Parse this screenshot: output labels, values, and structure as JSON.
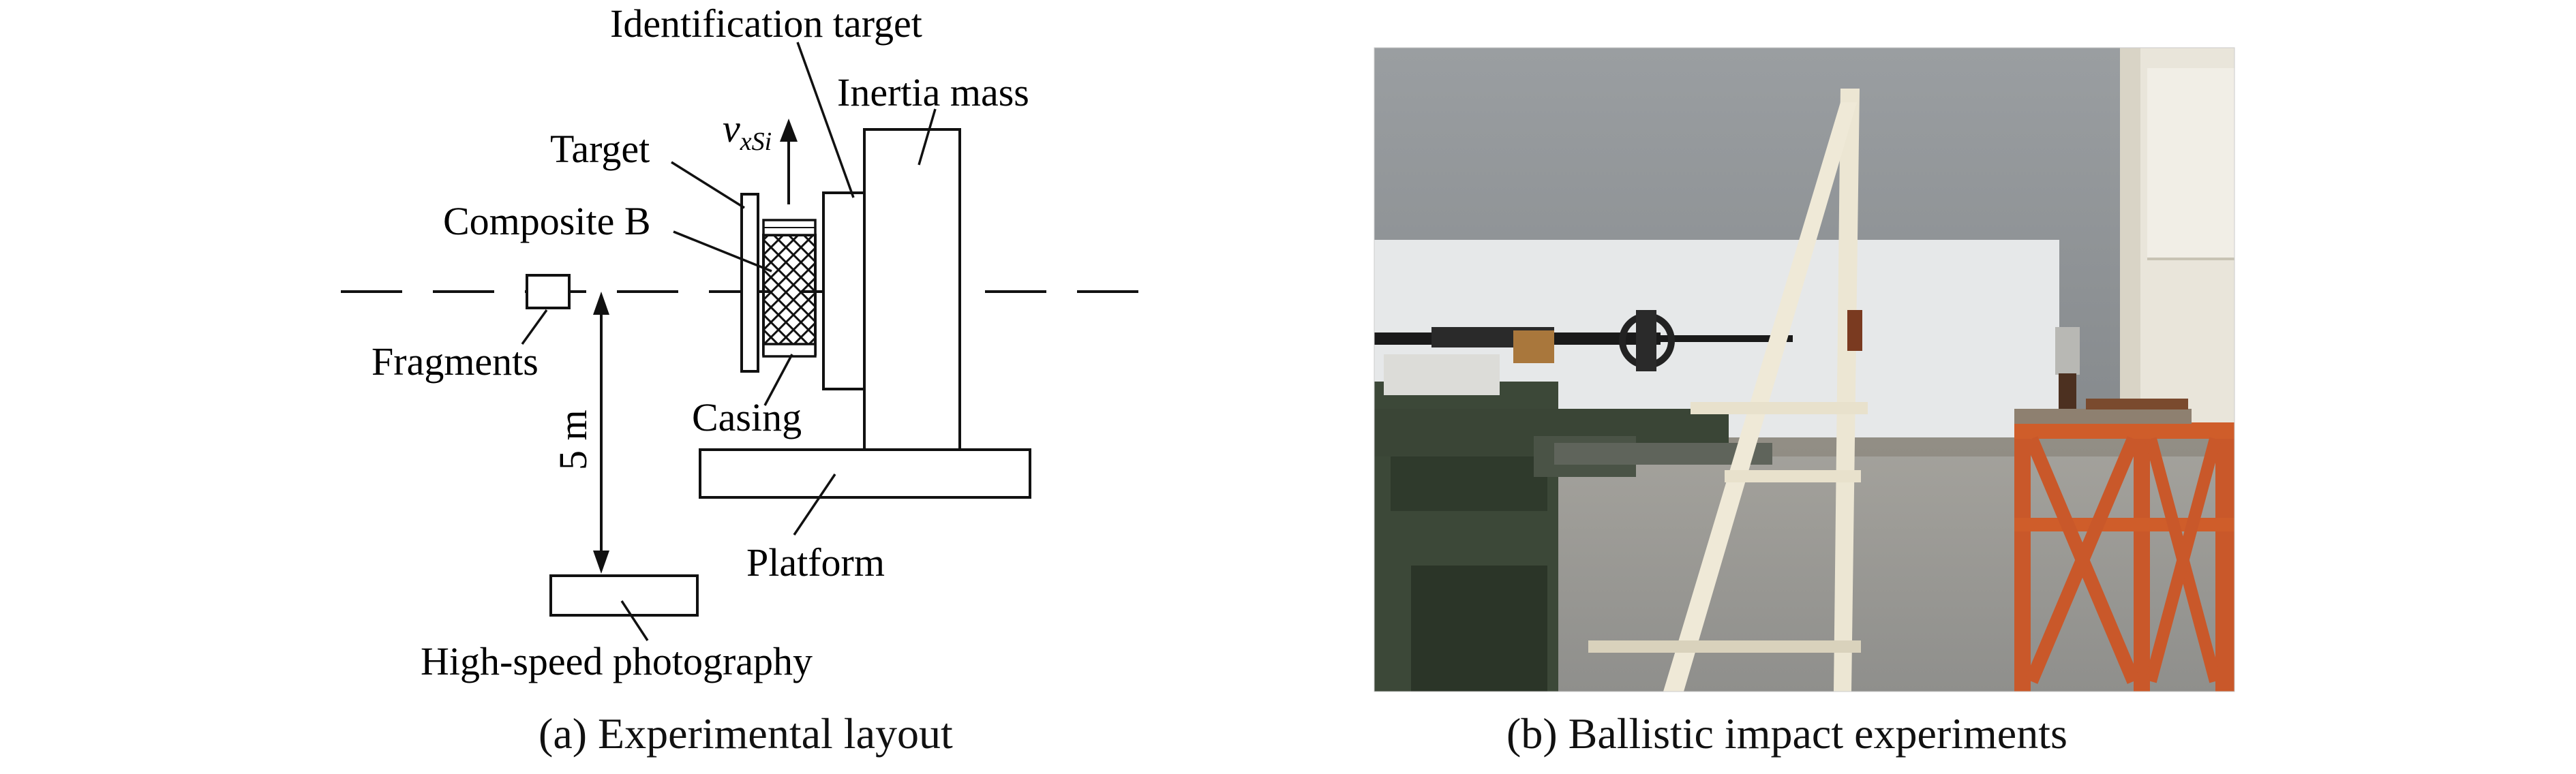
{
  "panel_a": {
    "labels": {
      "identification_target": "Identification target",
      "inertia_mass": "Inertia mass",
      "velocity_symbol": "v",
      "velocity_subscript": "xSi",
      "target": "Target",
      "composite_b": "Composite B",
      "fragments": "Fragments",
      "casing": "Casing",
      "distance": "5 m",
      "platform": "Platform",
      "high_speed_photography": "High-speed photography"
    },
    "caption": "(a) Experimental layout"
  },
  "panel_b": {
    "caption": "(b) Ballistic impact experiments",
    "photo_colors": {
      "wall": "#8f9396",
      "white_panel": "#e8eaeb",
      "ground": "#9a9b98",
      "frame": "#ece6d3",
      "stand": "#cf5d2a",
      "machine": "#3c4838"
    }
  }
}
